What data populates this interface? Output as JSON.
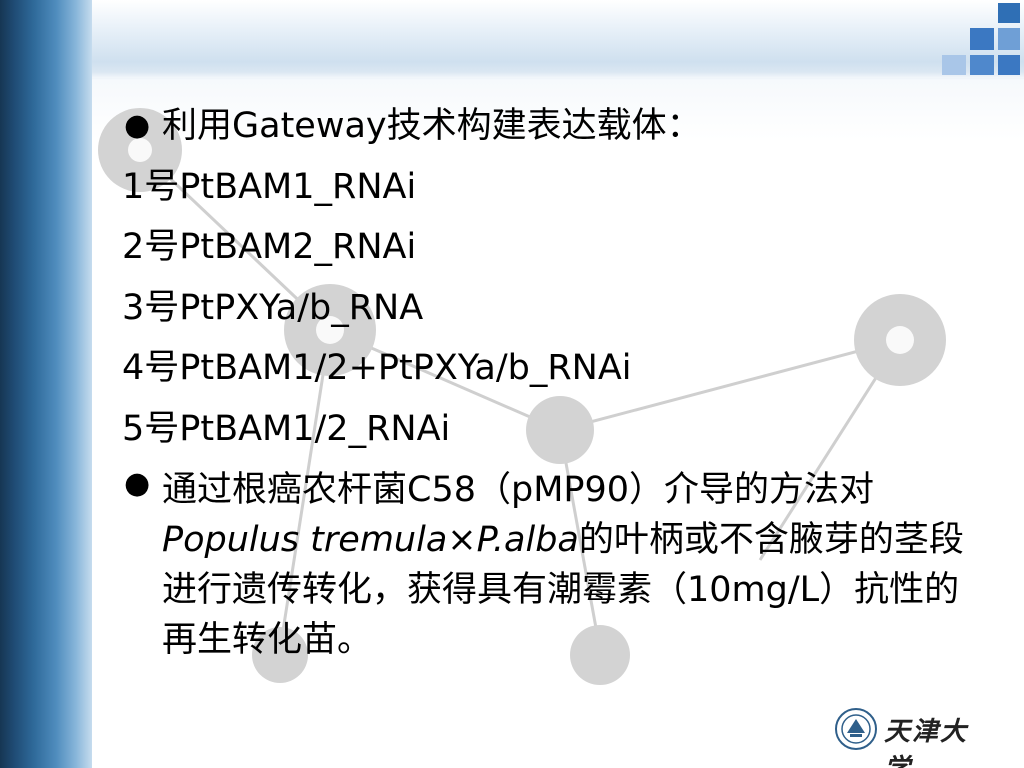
{
  "slide": {
    "bullet_char": "●",
    "line1": "利用Gateway技术构建表达载体：",
    "items": [
      "1号PtBAM1_RNAi",
      "2号PtBAM2_RNAi",
      "3号PtPXYa/b_RNA",
      "4号PtBAM1/2+PtPXYa/b_RNAi",
      "5号PtBAM1/2_RNAi"
    ],
    "para2": {
      "part1": "通过根癌农杆菌C58（pMP90）介导的方法对",
      "species": "Populus tremula×P.alba",
      "part2": "的叶柄或不含腋芽的茎段进行遗传转化，获得具有潮霉素（10mg/L）抗性的再生转化苗。"
    }
  },
  "logo": {
    "text": "天津大学"
  },
  "colors": {
    "accent": "#2f6fb5",
    "corner_square": "#3b78c2",
    "node": "#c9c9c9"
  }
}
